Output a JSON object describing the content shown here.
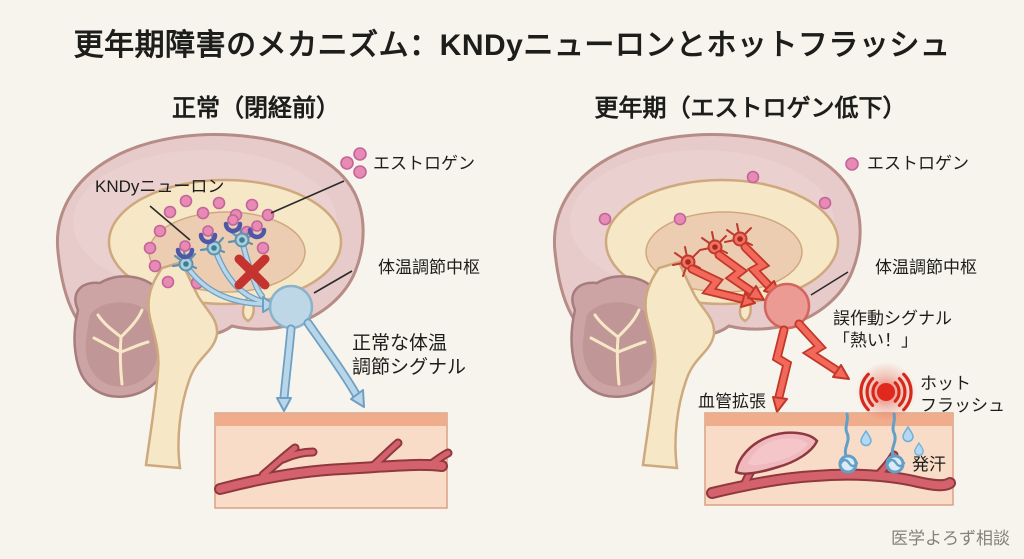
{
  "title": "更年期障害のメカニズム：KNDyニューロンとホットフラッシュ",
  "watermark": "医学よろず相談",
  "left": {
    "heading": "正常（閉経前）",
    "labels": {
      "kndy": "KNDyニューロン",
      "estrogen": "エストロゲン",
      "center": "体温調節中枢",
      "signal_line1": "正常な体温",
      "signal_line2": "調節シグナル"
    }
  },
  "right": {
    "heading": "更年期（エストロゲン低下）",
    "labels": {
      "estrogen": "エストロゲン",
      "center": "体温調節中枢",
      "error_line1": "誤作動シグナル",
      "error_line2": "「熱い！」",
      "vasodilation": "血管拡張",
      "hotflash_line1": "ホット",
      "hotflash_line2": "フラッシュ",
      "sweat": "発汗"
    }
  },
  "colors": {
    "background": "#f6f4ed",
    "text": "#1d1d1b",
    "estrogen_pink": "#e78ab4",
    "kndy_blue": "#a9cfdd",
    "signal_blue": "#b7d6ea",
    "center_blue": "#bdd7e7",
    "alarm_red": "#e0281c",
    "signal_red": "#f2695b",
    "center_red": "#eb9b94",
    "vessel_red": "#d4626c",
    "skin_fill": "#f9dcc7",
    "brain_pink": "#e7cbca",
    "cream": "#f6e8c6",
    "cerebellum": "#cda4a4",
    "sweat_blue": "#63a0c8",
    "watermark": "#83837b"
  }
}
